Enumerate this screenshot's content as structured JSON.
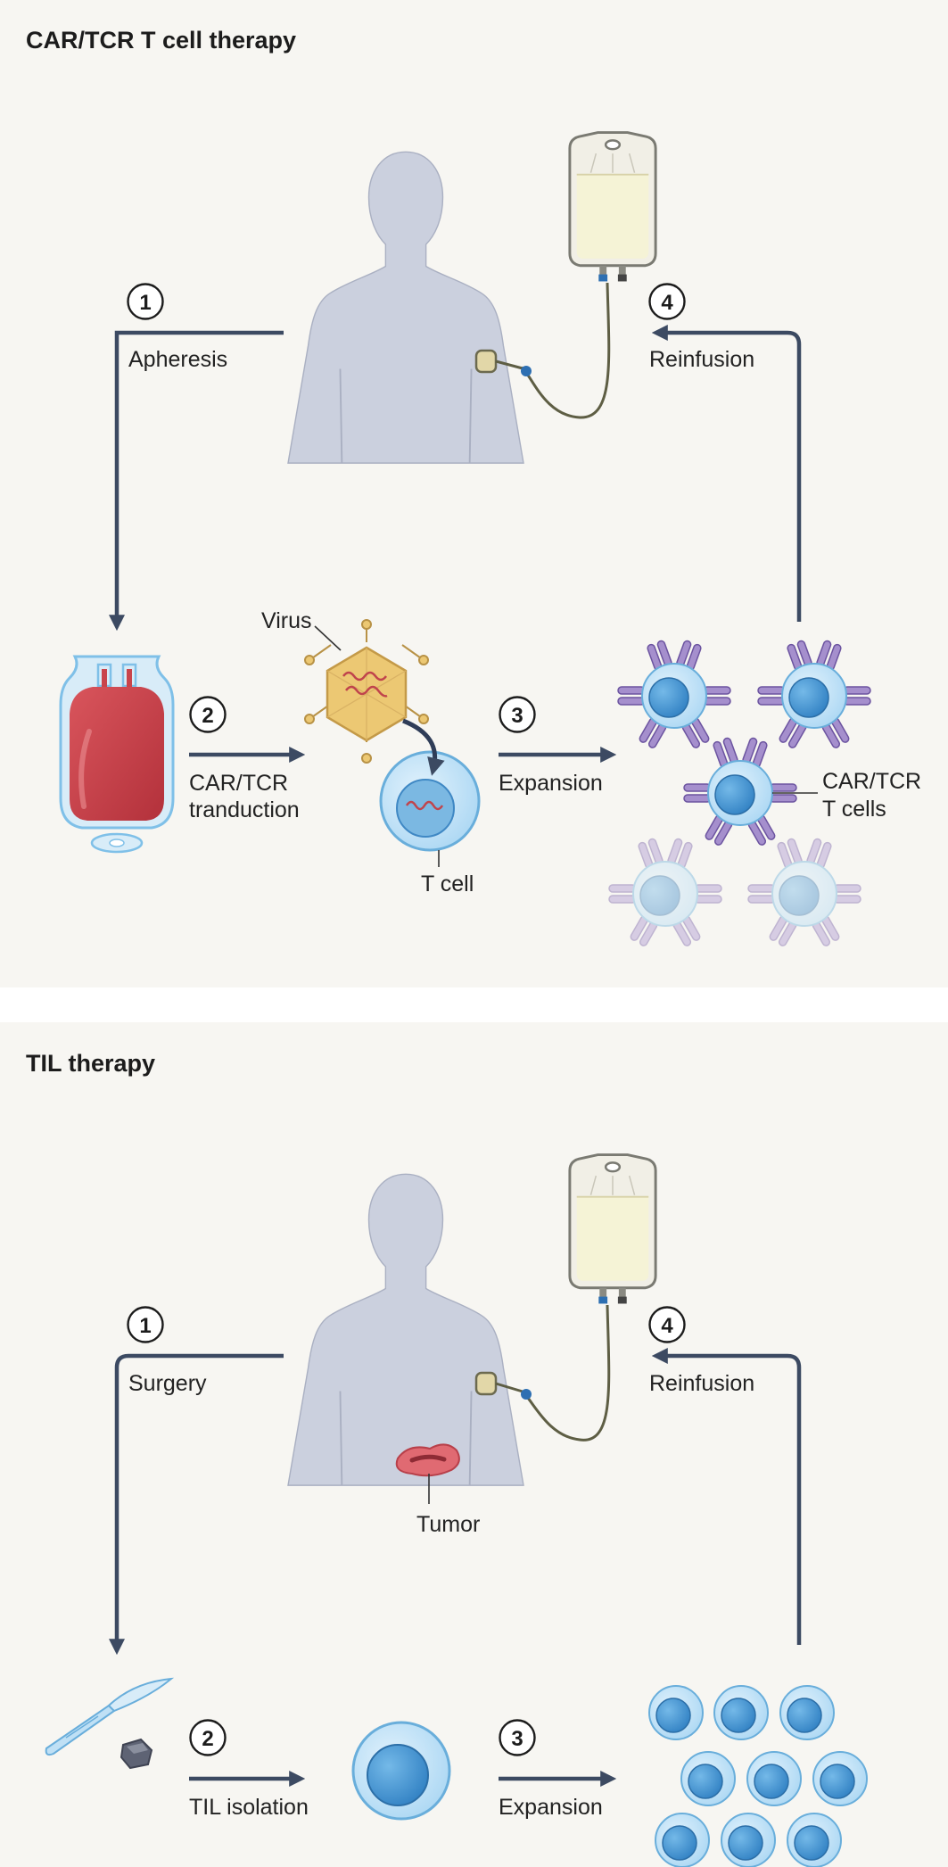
{
  "car_tcr": {
    "title": "CAR/TCR T cell therapy",
    "steps": [
      {
        "num": "1",
        "label": "Apheresis"
      },
      {
        "num": "2",
        "label_lines": [
          "CAR/TCR",
          "tranduction"
        ]
      },
      {
        "num": "3",
        "label": "Expansion"
      },
      {
        "num": "4",
        "label": "Reinfusion"
      }
    ],
    "labels": {
      "virus": "Virus",
      "t_cell": "T cell",
      "car_tcr_t_cells": [
        "CAR/TCR",
        "T cells"
      ]
    }
  },
  "til": {
    "title": "TIL therapy",
    "steps": [
      {
        "num": "1",
        "label": "Surgery"
      },
      {
        "num": "2",
        "label": "TIL isolation"
      },
      {
        "num": "3",
        "label": "Expansion"
      },
      {
        "num": "4",
        "label": "Reinfusion"
      }
    ],
    "labels": {
      "tumor": "Tumor"
    }
  },
  "colors": {
    "background": "#f7f6f2",
    "body_silhouette": "#cbd0de",
    "arrow": "#3c4a62",
    "blood": "#c9444c",
    "cell": "#bfe0f5",
    "nucleus": "#4f9fd8",
    "receptor": "#8d6fb4",
    "virus": "#ecc873",
    "tumor": "#d6505a"
  }
}
